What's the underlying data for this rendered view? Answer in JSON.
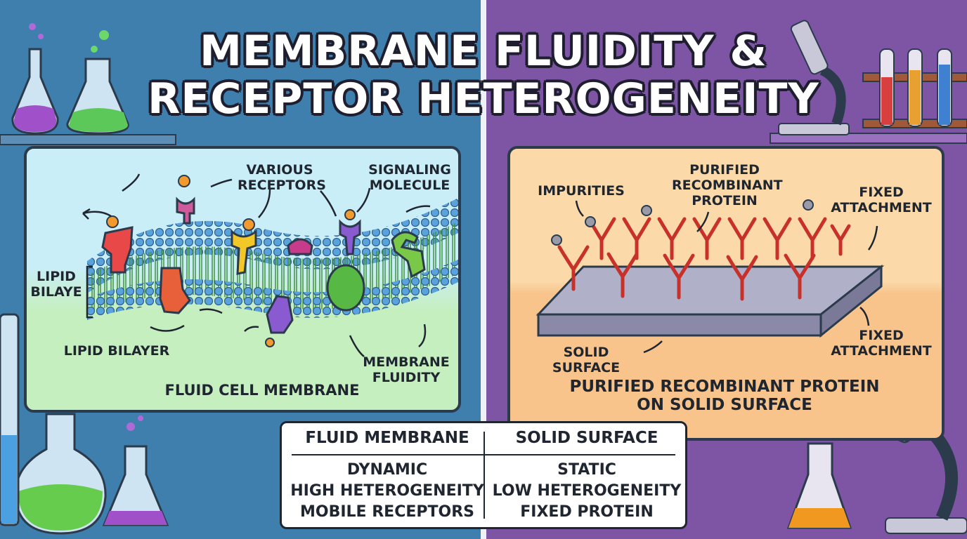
{
  "title": {
    "line1": "MEMBRANE FLUIDITY &",
    "line2": "RECEPTOR HETEROGENEITY"
  },
  "left_panel": {
    "label_various_receptors": "VARIOUS\nRECEPTORS",
    "label_signaling_molecule": "SIGNALING\nMOLECULE",
    "label_lipid_bilaye": "LIPID\nBILAYE",
    "label_lipid_bilayer": "LIPID BILAYER",
    "label_membrane_fluidity": "MEMBRANE\nFLUIDITY",
    "caption": "FLUID CELL MEMBRANE"
  },
  "right_panel": {
    "label_impurities": "IMPURITIES",
    "label_purified": "PURIFIED\nRECOMBINANT\nPROTEIN",
    "label_fixed_top": "FIXED\nATTACHMENT",
    "label_fixed_bottom": "FIXED\nATTACHMENT",
    "label_solid_surface": "SOLID SURFACE",
    "caption": "PURIFIED RECOMBINANT PROTEIN\nON SOLID SURFACE"
  },
  "comparison": {
    "left_header": "FLUID MEMBRANE",
    "right_header": "SOLID SURFACE",
    "left_items": [
      "DYNAMIC",
      "HIGH HETEROGENEITY",
      "MOBILE RECEPTORS"
    ],
    "right_items": [
      "STATIC",
      "LOW HETEROGENEITY",
      "FIXED PROTEIN"
    ]
  },
  "colors": {
    "left_bg": "#3f7fae",
    "right_bg": "#7e55a4",
    "antibody": "#e0453f"
  }
}
